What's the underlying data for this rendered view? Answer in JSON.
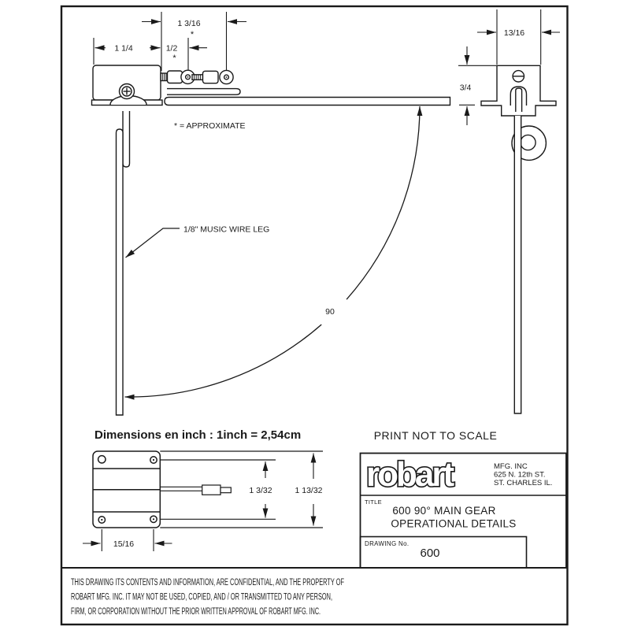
{
  "drawing": {
    "top_left_view": {
      "dim_width_top": "1 3/16",
      "star_top": "*",
      "dim_body_width": "1 1/4",
      "dim_offset": "1/2",
      "star_offset": "*",
      "approx_note": "* = APPROXIMATE",
      "leg_label": "1/8\" MUSIC WIRE LEG"
    },
    "top_right_view": {
      "dim_width": "13/16",
      "dim_height": "3/4"
    },
    "angle_label": "90",
    "scale_note": "Dimensions en inch : 1inch = 2,54cm",
    "print_note": "PRINT NOT TO SCALE",
    "detail_view": {
      "dim_inner_height": "1 3/32",
      "dim_outer_height": "1 13/32",
      "dim_hole_spacing": "15/16"
    },
    "title_block": {
      "logo": "robart",
      "company_line1": "MFG. INC",
      "company_line2": "625 N. 12th ST.",
      "company_line3": "ST. CHARLES IL.",
      "title_label": "TITLE",
      "title_line1": "600 90° MAIN GEAR",
      "title_line2": "OPERATIONAL DETAILS",
      "drawing_no_label": "DRAWING No.",
      "drawing_no": "600"
    },
    "disclaimer": {
      "line1": "THIS DRAWING ITS CONTENTS AND INFORMATION, ARE CONFIDENTIAL, AND THE PROPERTY OF",
      "line2": "ROBART MFG. INC. IT MAY NOT BE USED, COPIED, AND / OR TRANSMITTED TO ANY PERSON,",
      "line3": "FIRM, OR CORPORATION WITHOUT THE PRIOR WRITTEN APPROVAL OF ROBART MFG. INC."
    }
  }
}
